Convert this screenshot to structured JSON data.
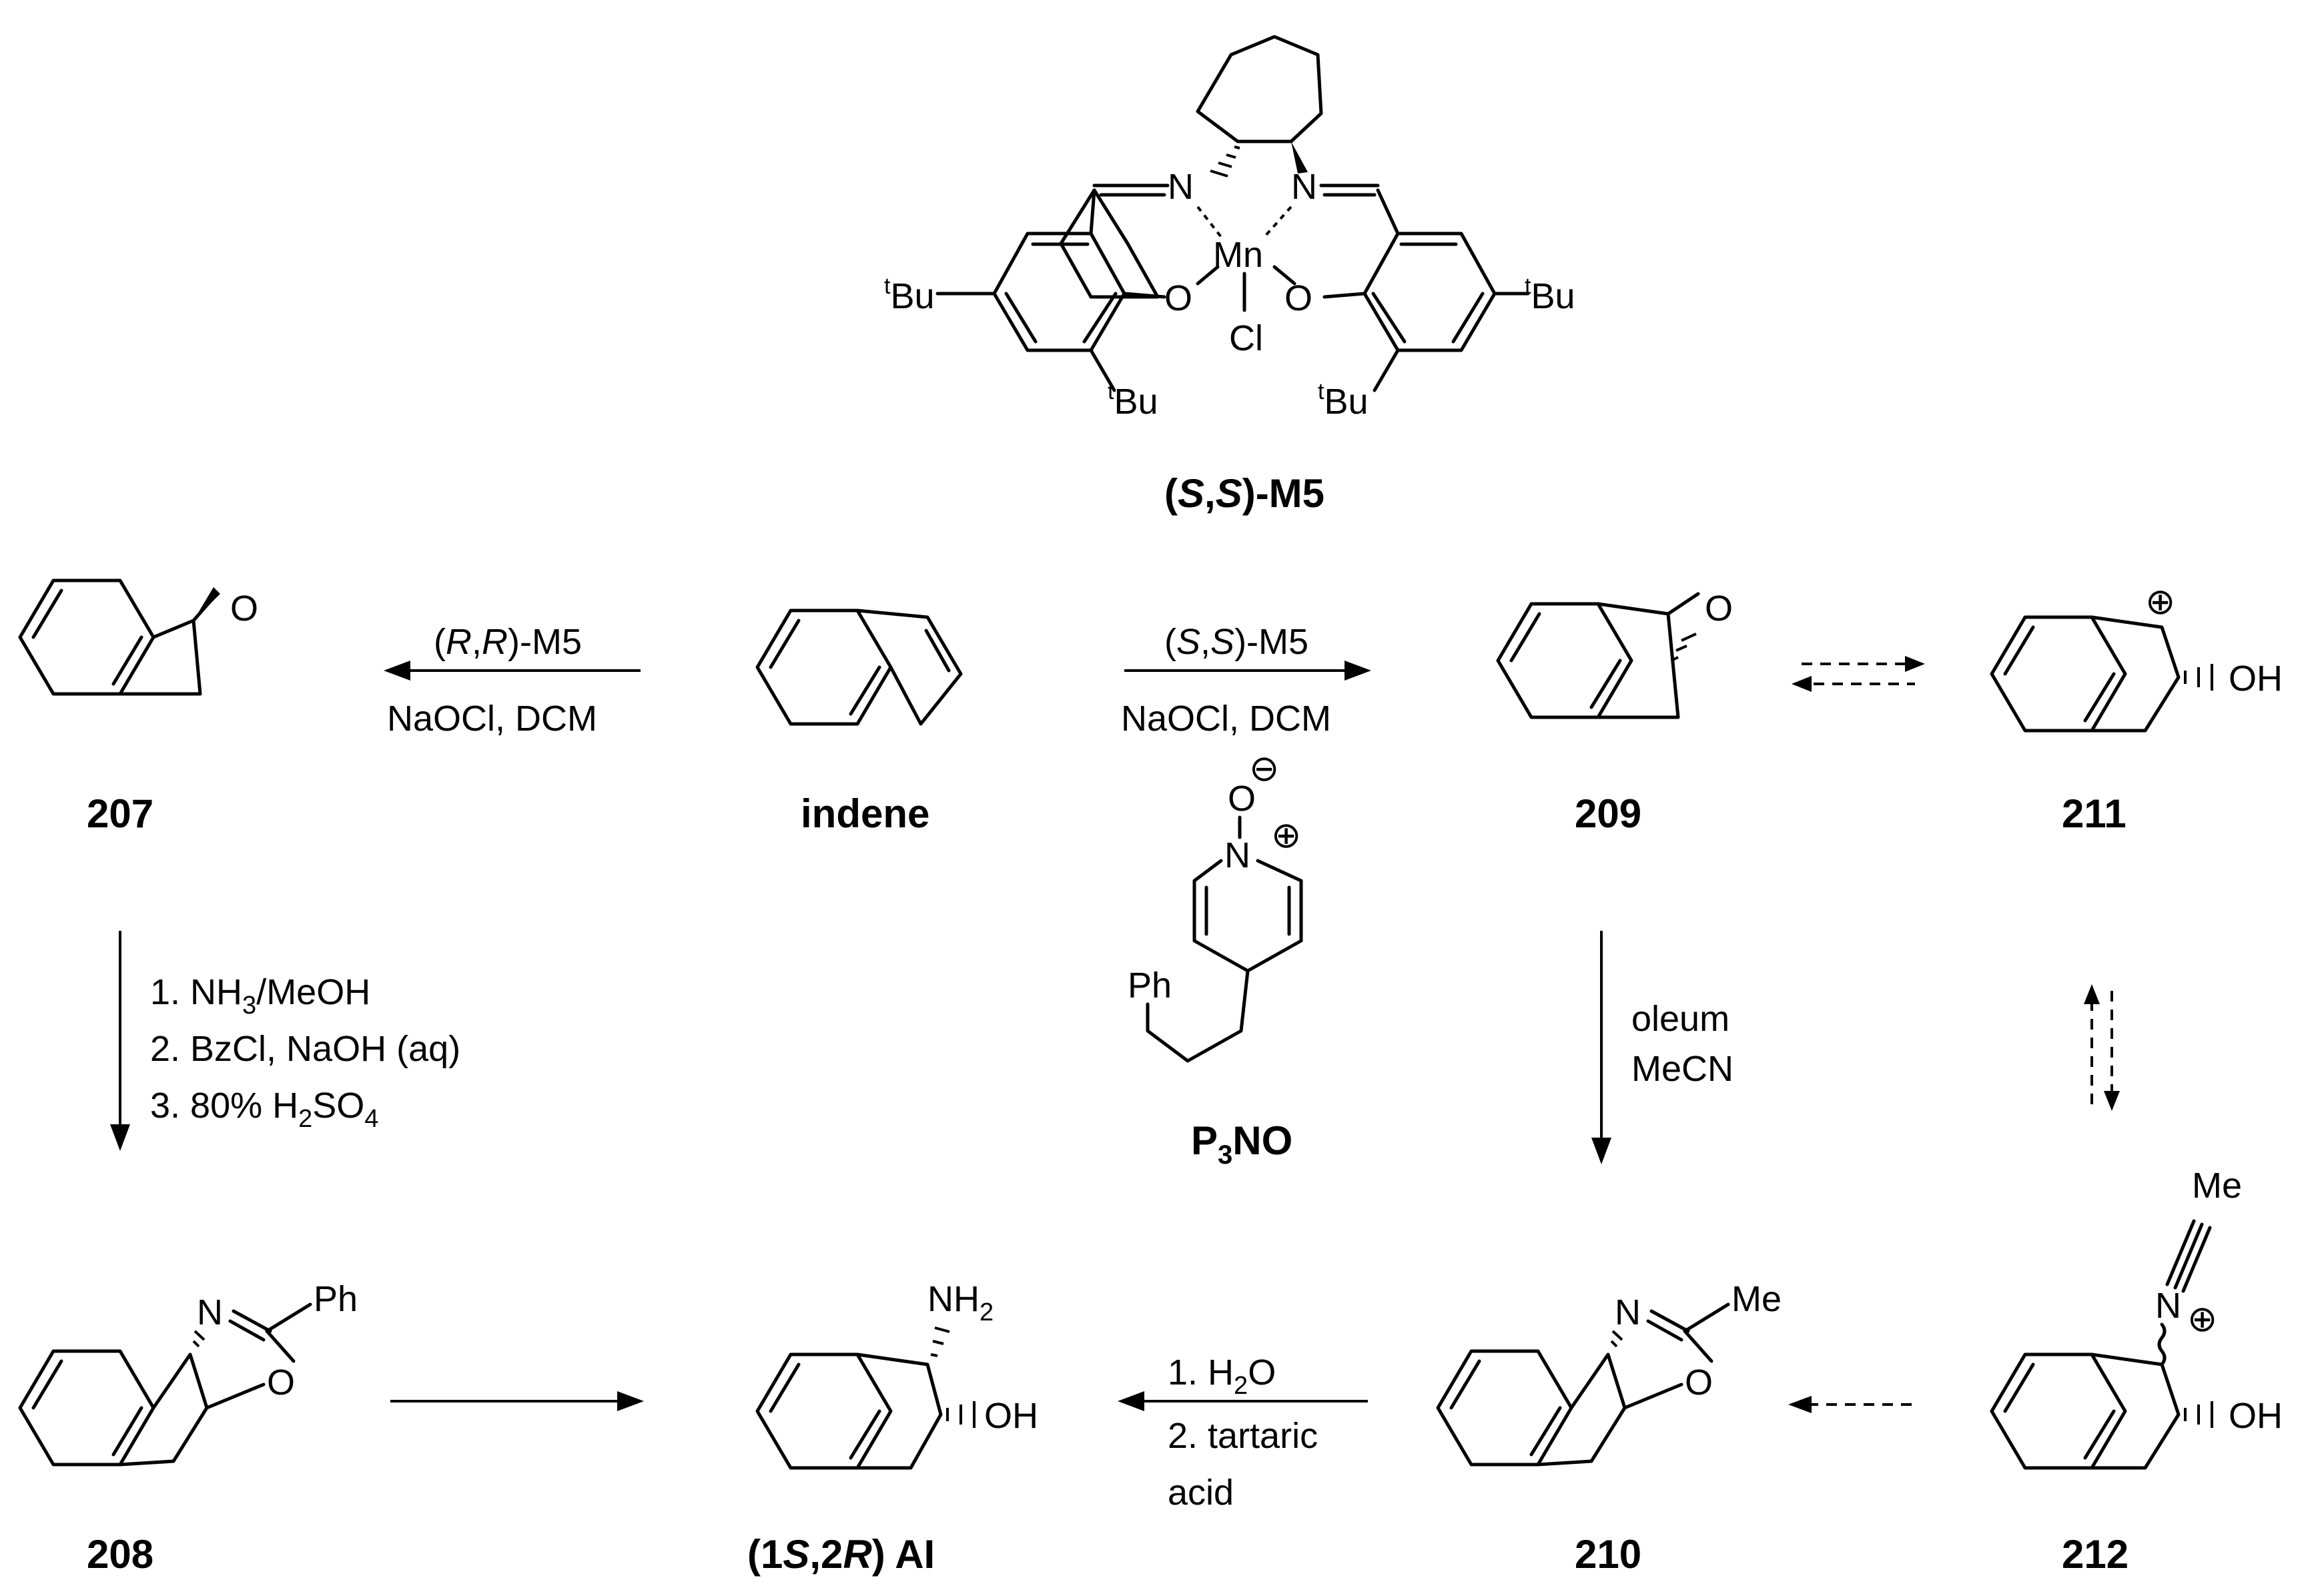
{
  "compounds": {
    "catalyst": {
      "label_pre": "(",
      "label_s1": "S",
      "label_comma": ",",
      "label_s2": "S",
      "label_post": ")-M5"
    },
    "c207": "207",
    "indene": "indene",
    "c209": "209",
    "c211": "211",
    "p3no": {
      "p": "P",
      "sub": "3",
      "rest": "NO"
    },
    "c208": "208",
    "ai": {
      "pre": "(1",
      "s": "S",
      "mid": ",2",
      "r": "R",
      "post": ") AI"
    },
    "c210": "210",
    "c212": "212"
  },
  "atoms": {
    "n": "N",
    "mn": "Mn",
    "o": "O",
    "cl": "Cl",
    "t": "t",
    "bu": "Bu",
    "oh": "OH",
    "ph": "Ph",
    "me": "Me",
    "nh": "NH",
    "nh_sub": "2",
    "plus": "⊕",
    "minus": "⊖"
  },
  "reagents": {
    "rr_pre": "(",
    "rr_r1": "R",
    "rr_comma": ",",
    "rr_r2": "R",
    "rr_post": ")-M5",
    "ss_pre": "(",
    "ss_s1": "S",
    "ss_comma": ",",
    "ss_s2": "S",
    "ss_post": ")-M5",
    "naocl": "NaOCl, DCM",
    "step1a": "1. NH",
    "step1_sub": "3",
    "step1b": "/MeOH",
    "step2": "2. BzCl, NaOH (aq)",
    "step3a": "3. 80% H",
    "step3_sub1": "2",
    "step3b": "SO",
    "step3_sub2": "4",
    "oleum": "oleum",
    "mecn": "MeCN",
    "h1a": "1. H",
    "h1_sub": "2",
    "h1b": "O",
    "tart1": "2. tartaric",
    "tart2": "acid"
  }
}
